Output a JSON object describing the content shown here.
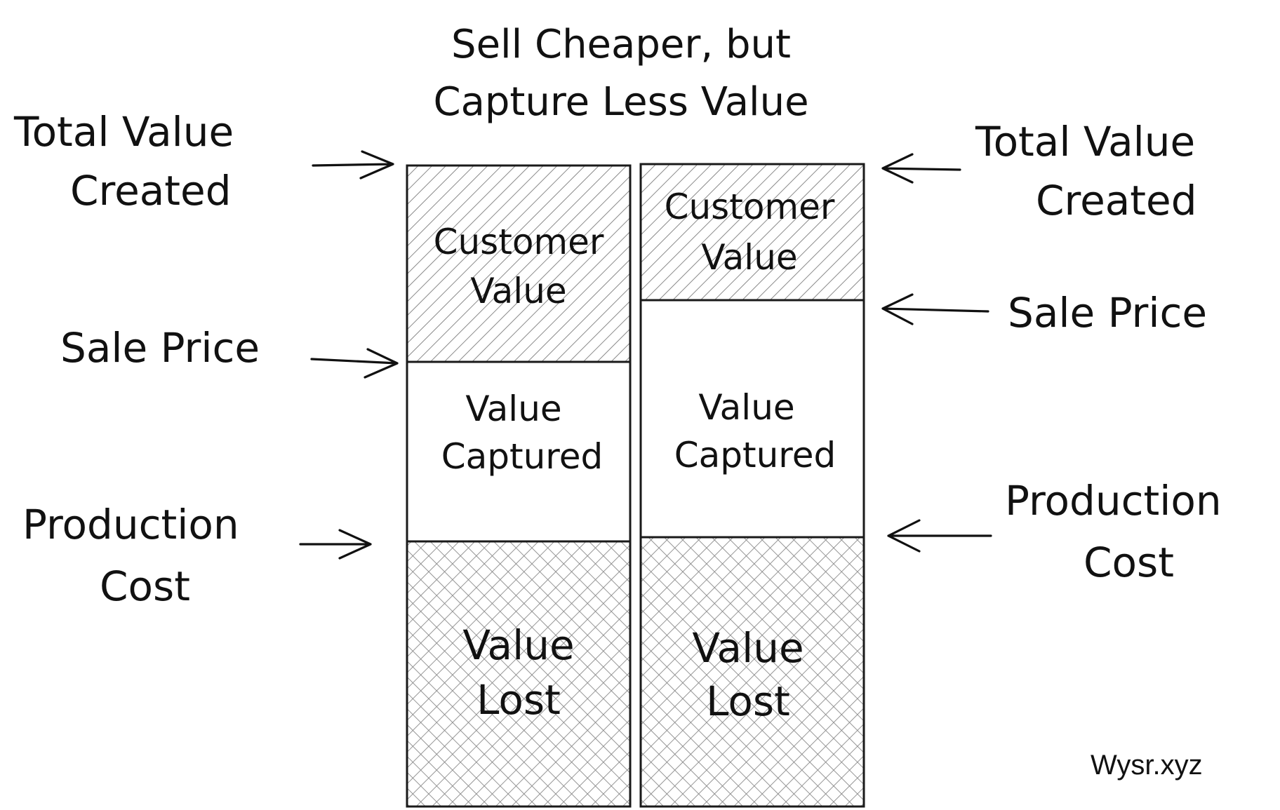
{
  "title": {
    "line1": "Sell Cheaper, but",
    "line2": "Capture Less Value"
  },
  "left": {
    "total_value_line1": "Total Value",
    "total_value_line2": "Created",
    "sale_price": "Sale Price",
    "production_cost_line1": "Production",
    "production_cost_line2": "Cost",
    "blocks": {
      "customer_value_line1": "Customer",
      "customer_value_line2": "Value",
      "value_captured_line1": "Value",
      "value_captured_line2": "Captured",
      "value_lost_line1": "Value",
      "value_lost_line2": "Lost"
    }
  },
  "right": {
    "total_value_line1": "Total Value",
    "total_value_line2": "Created",
    "sale_price": "Sale Price",
    "production_cost_line1": "Production",
    "production_cost_line2": "Cost",
    "blocks": {
      "customer_value_line1": "Customer",
      "customer_value_line2": "Value",
      "value_captured_line1": "Value",
      "value_captured_line2": "Captured",
      "value_lost_line1": "Value",
      "value_lost_line2": "Lost"
    }
  },
  "credit": "Wysr.xyz",
  "colors": {
    "ink": "#111111",
    "hatch": "#8a8a8a",
    "background": "#ffffff"
  }
}
